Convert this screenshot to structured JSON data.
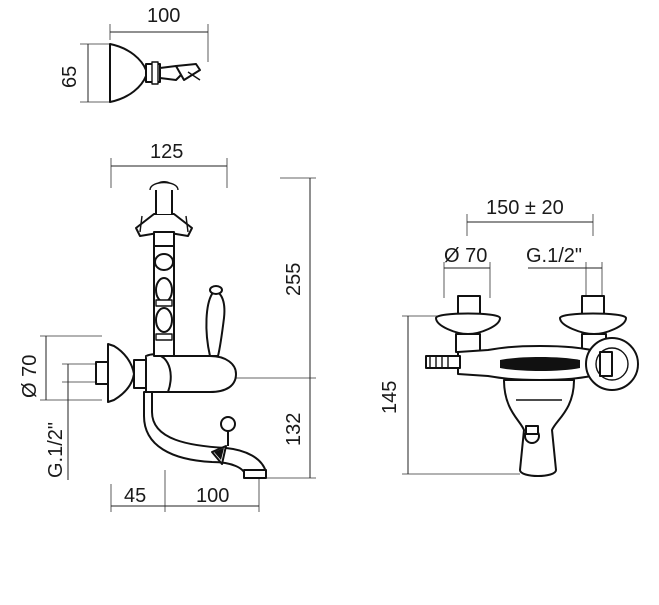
{
  "drawing": {
    "top_view": {
      "width": "100",
      "height": "65"
    },
    "side_view": {
      "handle_span": "125",
      "total_height": "255",
      "lower_height": "132",
      "flange_diameter": "Ø 70",
      "thread": "G.1/2\"",
      "wall_offset": "45",
      "spout_reach": "100"
    },
    "front_view": {
      "center_distance": "150 ± 20",
      "flange_diameter": "Ø 70",
      "thread": "G.1/2\"",
      "height": "145"
    }
  },
  "colors": {
    "line": "#111111",
    "background": "#ffffff"
  }
}
